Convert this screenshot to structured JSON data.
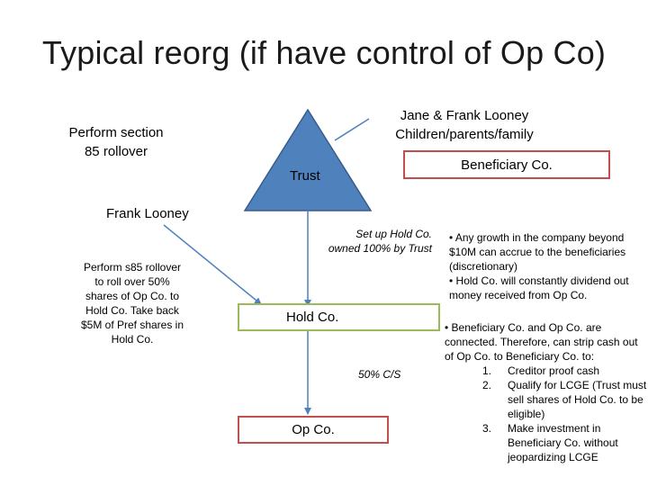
{
  "title": "Typical reorg (if have control of Op Co)",
  "top_left_note": [
    "Perform section",
    "85 rollover"
  ],
  "jane_frank": [
    "Jane & Frank Looney",
    "Children/parents/family"
  ],
  "trust_label": "Trust",
  "beneficiary_label": "Beneficiary Co.",
  "frank_label": "Frank Looney",
  "frank_note": [
    "Perform s85 rollover",
    "to roll over 50%",
    "shares of Op Co. to",
    "Hold Co. Take back",
    "$5M of Pref shares in",
    "Hold Co."
  ],
  "holdco_note": [
    "Set up Hold Co.",
    "owned 100% by Trust"
  ],
  "holdco_label": "Hold Co.",
  "cs_note": "50% C/S",
  "opco_label": "Op Co.",
  "bullets_1": [
    "• Any growth in the company beyond $10M can accrue to the beneficiaries (discretionary)",
    "• Hold Co. will constantly dividend out money received from Op Co."
  ],
  "bullets_2_intro": "• Beneficiary Co. and Op Co. are connected. Therefore, can strip cash out of Op Co. to Beneficiary Co. to:",
  "bullets_2_items": [
    {
      "num": "1.",
      "text": "Creditor proof cash"
    },
    {
      "num": "2.",
      "text": "Qualify for LCGE (Trust must sell shares of Hold Co. to be eligible)"
    },
    {
      "num": "3.",
      "text": "Make investment in Beneficiary Co. without jeopardizing LCGE"
    }
  ],
  "colors": {
    "triangle_fill": "#4f81bd",
    "triangle_stroke": "#385d8a",
    "beneficiary_border": "#c0504d",
    "beneficiary_fill": "#ffffff",
    "holdco_border": "#9bbb59",
    "opco_border": "#c0504d",
    "line": "#4f81bd"
  }
}
